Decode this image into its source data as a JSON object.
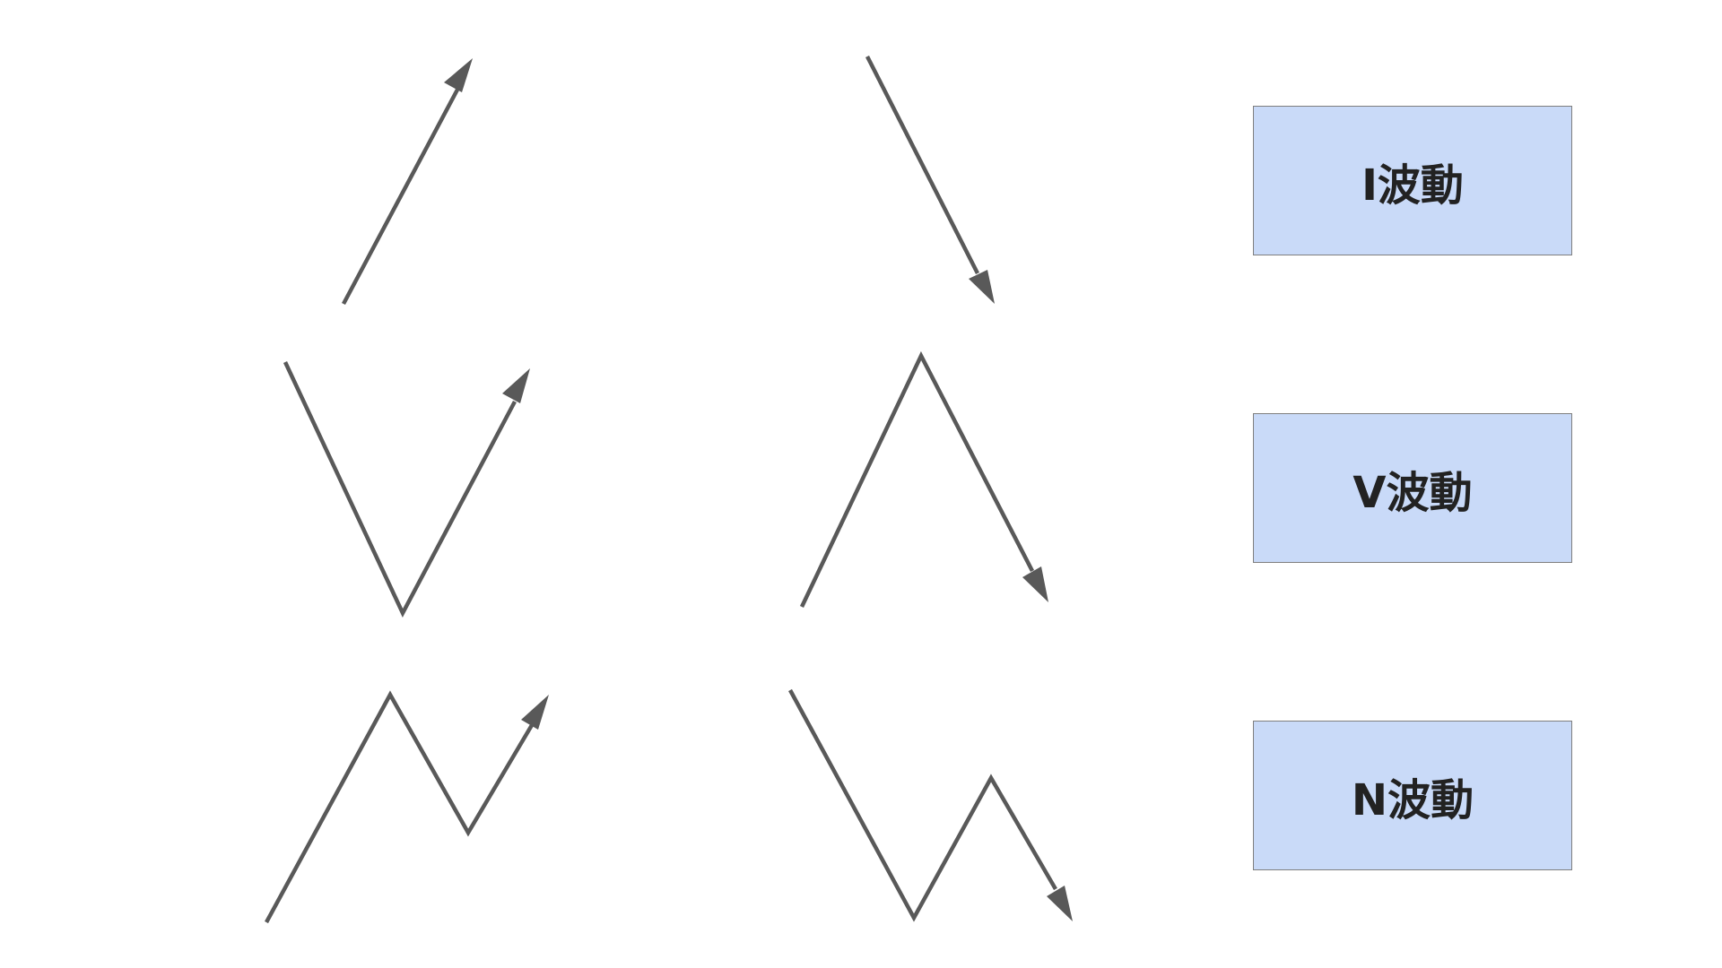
{
  "labels": {
    "i_wave": "I波動",
    "v_wave": "V波動",
    "n_wave": "N波動"
  },
  "colors": {
    "line": "#595959",
    "box_fill": "#c9daf8",
    "box_border": "#7f7f7f",
    "background": "#ffffff"
  },
  "waves": [
    {
      "name": "i-wave-up",
      "direction": "up",
      "segments": 1
    },
    {
      "name": "i-wave-down",
      "direction": "down",
      "segments": 1
    },
    {
      "name": "v-wave-up",
      "direction": "up",
      "segments": 2
    },
    {
      "name": "v-wave-down",
      "direction": "down",
      "segments": 2
    },
    {
      "name": "n-wave-up",
      "direction": "up",
      "segments": 3
    },
    {
      "name": "n-wave-down",
      "direction": "down",
      "segments": 3
    }
  ]
}
